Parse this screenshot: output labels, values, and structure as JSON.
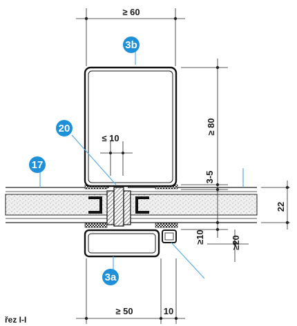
{
  "caption": "řez I-I",
  "accent_color": "#1e90d8",
  "markers": {
    "m3b": "3b",
    "m20": "20",
    "m17": "17",
    "m3a": "3a"
  },
  "dimensions": {
    "top_width": "≥ 60",
    "tube_height": "≥ 80",
    "gap_width": "≤ 10",
    "seal_gap": "3-5",
    "wall_thickness": "22",
    "lower_gap": "≥10",
    "lower_height": "≥20",
    "bottom_width": "≥ 50",
    "bottom_offset": "10"
  }
}
